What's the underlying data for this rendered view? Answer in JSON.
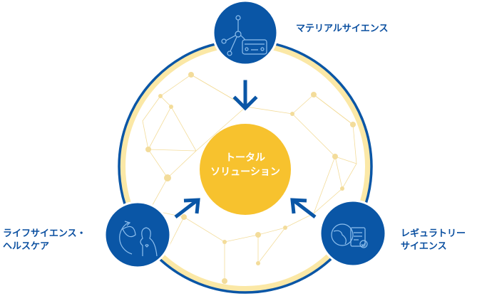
{
  "center": {
    "line1": "トータル",
    "line2": "ソリューション"
  },
  "nodes": {
    "material": {
      "label": "マテリアルサイエンス",
      "icon": "molecule-car-icon"
    },
    "life": {
      "line1": "ライフサイエンス・",
      "line2": "ヘルスケア",
      "icon": "leaf-person-icon"
    },
    "regulatory": {
      "line1": "レギュラトリー",
      "line2": "サイエンス",
      "icon": "globe-document-icon"
    }
  },
  "colors": {
    "blue": "#0a56a6",
    "yellow": "#f7c22e",
    "ring_yellow": "#fbe8a6"
  }
}
